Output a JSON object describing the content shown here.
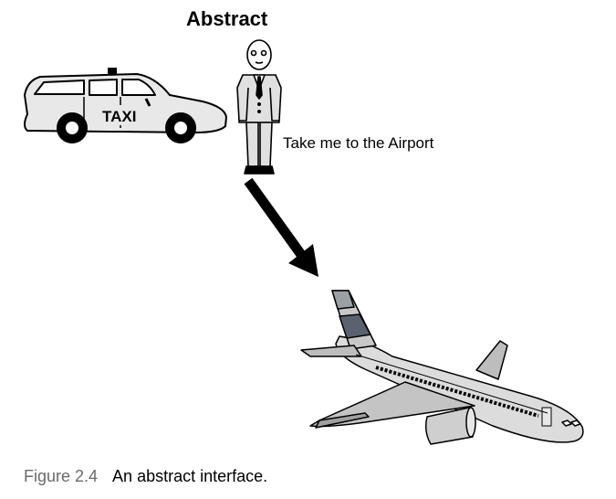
{
  "heading": "Abstract",
  "speech": "Take me to the Airport",
  "taxi_sign": "TAXI",
  "caption": {
    "label": "Figure 2.4",
    "text": "An abstract interface."
  }
}
